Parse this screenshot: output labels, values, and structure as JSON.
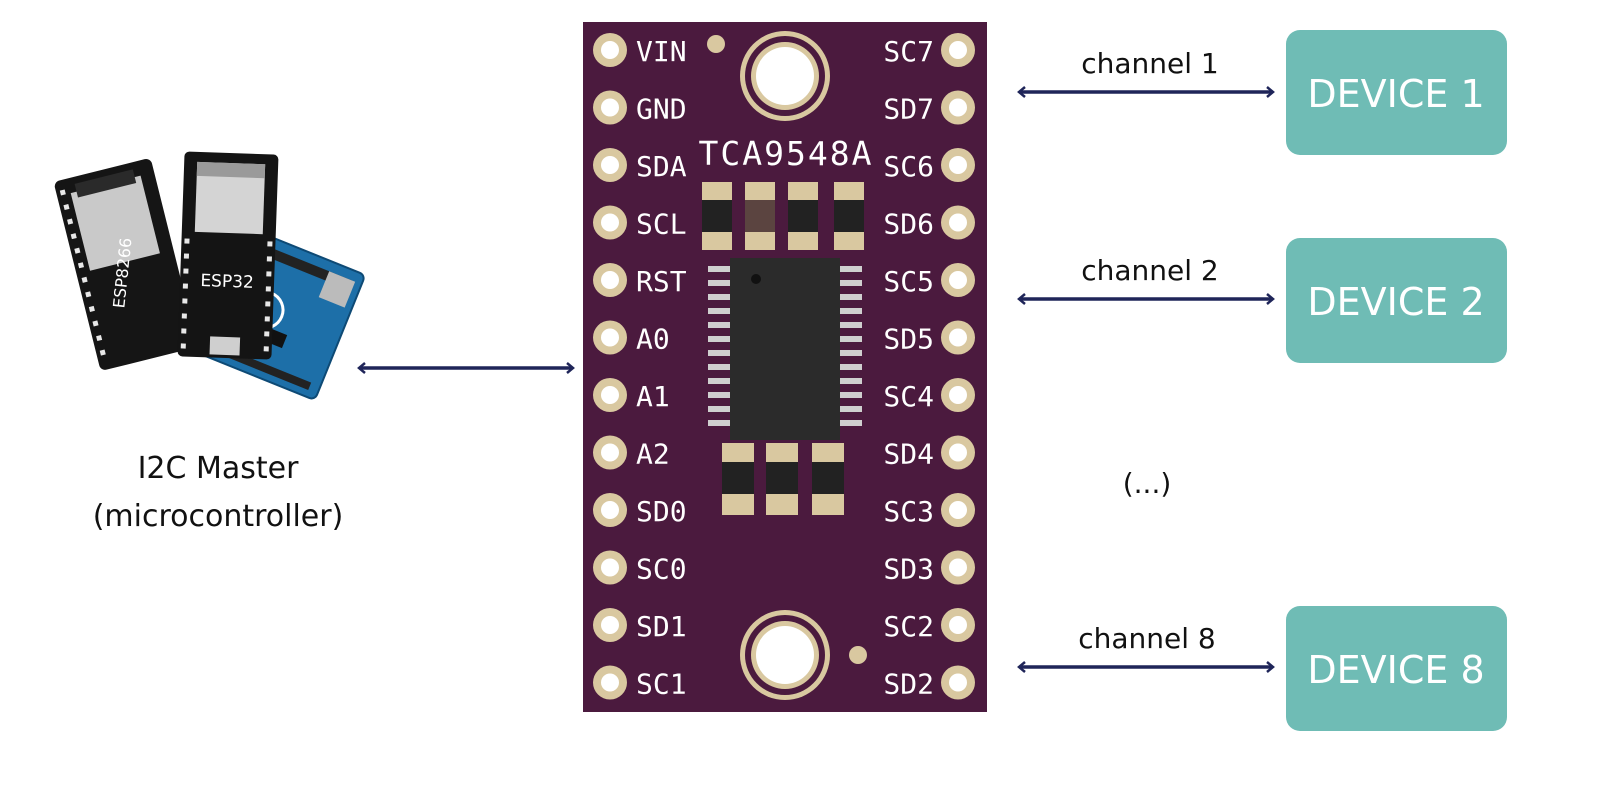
{
  "master": {
    "label_line1": "I2C Master",
    "label_line2": "(microcontroller)",
    "boards": [
      "ESP8266",
      "ESP32"
    ]
  },
  "board": {
    "title": "TCA9548A",
    "left_pins": [
      "VIN",
      "GND",
      "SDA",
      "SCL",
      "RST",
      "A0",
      "A1",
      "A2",
      "SD0",
      "SC0",
      "SD1",
      "SC1"
    ],
    "right_pins": [
      "SC7",
      "SD7",
      "SC6",
      "SD6",
      "SC5",
      "SD5",
      "SC4",
      "SD4",
      "SC3",
      "SD3",
      "SC2",
      "SD2"
    ]
  },
  "channels": [
    {
      "label": "channel 1",
      "device": "DEVICE 1"
    },
    {
      "label": "channel 2",
      "device": "DEVICE 2"
    },
    {
      "label": "channel 8",
      "device": "DEVICE 8"
    }
  ],
  "ellipsis": "(...)",
  "colors": {
    "pcb": "#4b1a3e",
    "pad": "#d9c8a0",
    "arrow": "#1f2559",
    "device": "#6fbcb5",
    "device_text": "#ffffff"
  }
}
